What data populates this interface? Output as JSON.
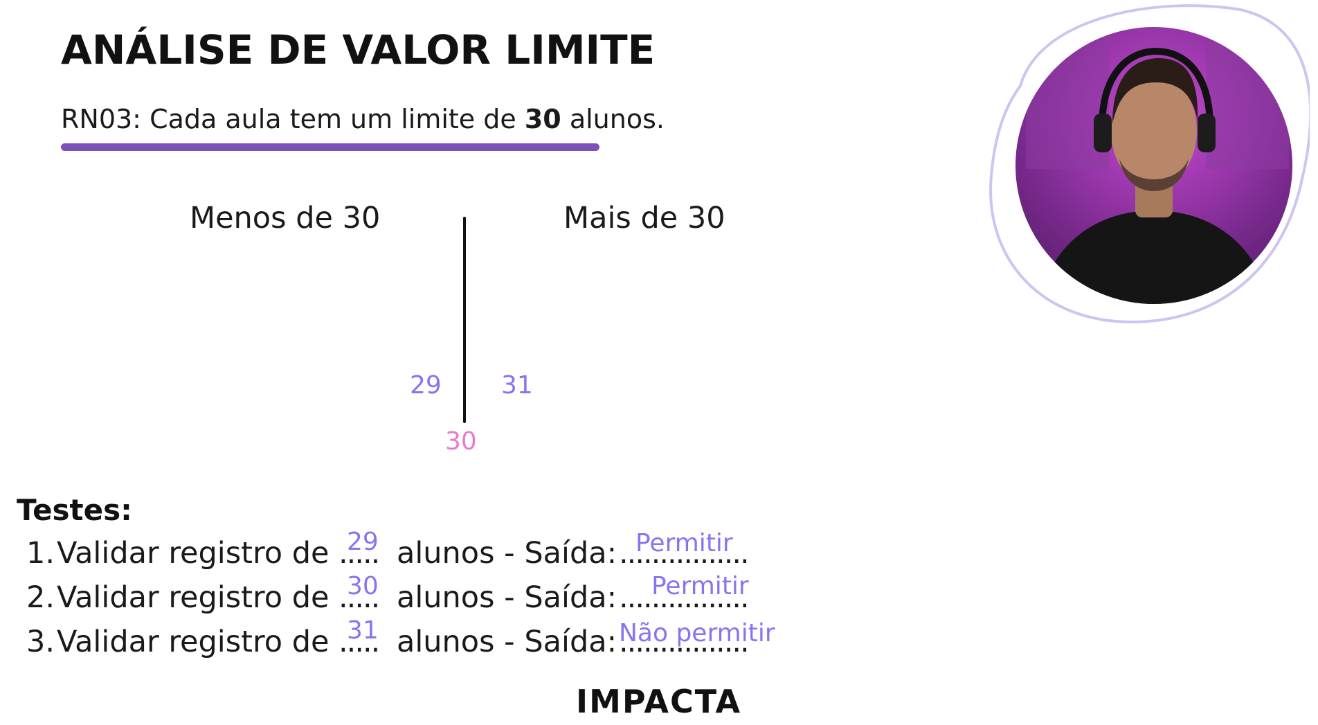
{
  "slide": {
    "title": "ANÁLISE DE VALOR LIMITE",
    "rule_prefix": "RN03: Cada aula tem um limite de ",
    "rule_value": "30",
    "rule_suffix": " alunos.",
    "accent_color": "#7d4fb8"
  },
  "diagram": {
    "left_label": "Menos de 30",
    "right_label": "Mais de 30",
    "annotations": {
      "below": "29",
      "above": "31",
      "limit": "30"
    },
    "annotation_color": "#8a73ef",
    "limit_color": "#e77ad2"
  },
  "tests": {
    "heading": "Testes:",
    "rows": [
      {
        "index": "1.",
        "lead": "Validar registro de",
        "dots_value": ".....",
        "value": "29",
        "mid": "alunos - Saída:",
        "dots_output": "................",
        "output": "Permitir"
      },
      {
        "index": "2.",
        "lead": "Validar registro de",
        "dots_value": ".....",
        "value": "30",
        "mid": "alunos - Saída:",
        "dots_output": "................",
        "output": "Permitir"
      },
      {
        "index": "3.",
        "lead": "Validar registro de",
        "dots_value": ".....",
        "value": "31",
        "mid": "alunos - Saída:",
        "dots_output": "................",
        "output": "Não permitir"
      }
    ]
  },
  "footer": {
    "logo": "IMPACTA"
  },
  "presenter": {
    "icon": "presenter-webcam-icon"
  }
}
